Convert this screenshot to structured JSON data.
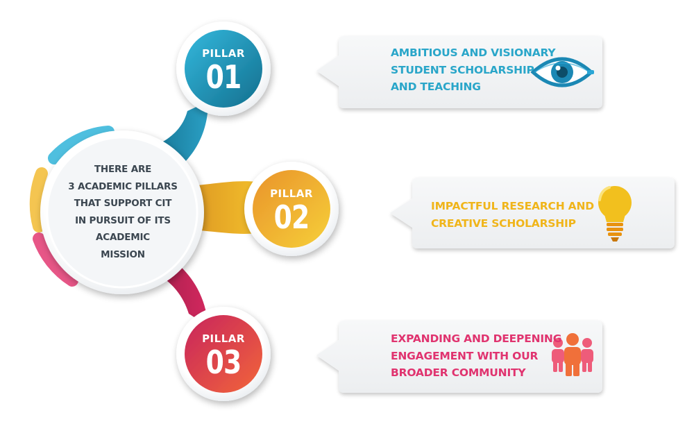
{
  "hub": {
    "lines": [
      "THERE ARE",
      "3 ACADEMIC PILLARS",
      "THAT SUPPORT CIT",
      "IN PURSUIT OF ITS",
      "ACADEMIC",
      "MISSION"
    ]
  },
  "pillars": [
    {
      "word": "PILLAR",
      "number": "01",
      "text_lines": [
        "AMBITIOUS AND VISIONARY",
        "STUDENT SCHOLARSHIP",
        "AND TEACHING"
      ],
      "icon": "eye-icon",
      "color": "#2aa6c9"
    },
    {
      "word": "PILLAR",
      "number": "02",
      "text_lines": [
        "IMPACTFUL RESEARCH AND",
        "CREATIVE SCHOLARSHIP"
      ],
      "icon": "lightbulb-icon",
      "color": "#f0b51a"
    },
    {
      "word": "PILLAR",
      "number": "03",
      "text_lines": [
        "EXPANDING AND DEEPENING",
        "ENGAGEMENT WITH OUR",
        "BROADER COMMUNITY"
      ],
      "icon": "people-icon",
      "color": "#e0336f"
    }
  ]
}
